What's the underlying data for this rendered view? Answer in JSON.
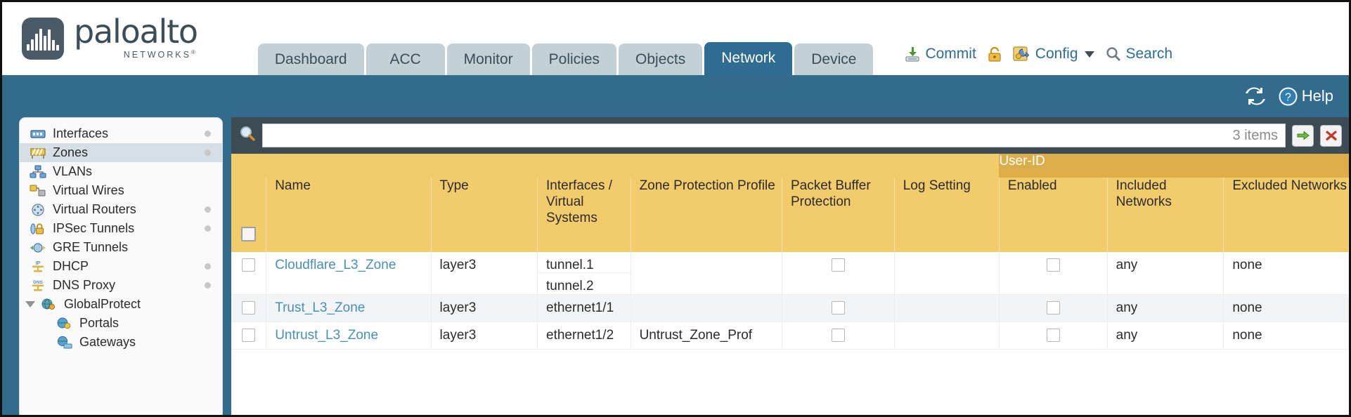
{
  "brand": {
    "word": "paloalto",
    "sub": "NETWORKS",
    "sup": "®"
  },
  "tabs": [
    {
      "label": "Dashboard",
      "active": false
    },
    {
      "label": "ACC",
      "active": false
    },
    {
      "label": "Monitor",
      "active": false
    },
    {
      "label": "Policies",
      "active": false
    },
    {
      "label": "Objects",
      "active": false
    },
    {
      "label": "Network",
      "active": true
    },
    {
      "label": "Device",
      "active": false
    }
  ],
  "header_tools": {
    "commit": "Commit",
    "config": "Config",
    "search": "Search"
  },
  "band_tools": {
    "help": "Help"
  },
  "sidebar": {
    "items": [
      {
        "label": "Interfaces",
        "icon": "interfaces-icon",
        "selected": false,
        "dot": true,
        "child": false,
        "expander": false
      },
      {
        "label": "Zones",
        "icon": "zones-icon",
        "selected": true,
        "dot": true,
        "child": false,
        "expander": false
      },
      {
        "label": "VLANs",
        "icon": "vlans-icon",
        "selected": false,
        "dot": false,
        "child": false,
        "expander": false
      },
      {
        "label": "Virtual Wires",
        "icon": "virtual-wires-icon",
        "selected": false,
        "dot": false,
        "child": false,
        "expander": false
      },
      {
        "label": "Virtual Routers",
        "icon": "virtual-routers-icon",
        "selected": false,
        "dot": true,
        "child": false,
        "expander": false
      },
      {
        "label": "IPSec Tunnels",
        "icon": "ipsec-tunnels-icon",
        "selected": false,
        "dot": true,
        "child": false,
        "expander": false
      },
      {
        "label": "GRE Tunnels",
        "icon": "gre-tunnels-icon",
        "selected": false,
        "dot": false,
        "child": false,
        "expander": false
      },
      {
        "label": "DHCP",
        "icon": "dhcp-icon",
        "selected": false,
        "dot": true,
        "child": false,
        "expander": false
      },
      {
        "label": "DNS Proxy",
        "icon": "dns-proxy-icon",
        "selected": false,
        "dot": true,
        "child": false,
        "expander": false
      },
      {
        "label": "GlobalProtect",
        "icon": "globalprotect-icon",
        "selected": false,
        "dot": false,
        "child": false,
        "expander": true
      },
      {
        "label": "Portals",
        "icon": "portals-icon",
        "selected": false,
        "dot": false,
        "child": true,
        "expander": false
      },
      {
        "label": "Gateways",
        "icon": "gateways-icon",
        "selected": false,
        "dot": false,
        "child": true,
        "expander": false
      }
    ]
  },
  "search": {
    "value": "",
    "placeholder": "",
    "items_count": "3 items"
  },
  "table": {
    "group_header": "User-ID",
    "columns": [
      "Name",
      "Type",
      "Interfaces / Virtual Systems",
      "Zone Protection Profile",
      "Packet Buffer Protection",
      "Log Setting",
      "Enabled",
      "Included Networks",
      "Excluded Networks"
    ],
    "rows": [
      {
        "name": "Cloudflare_L3_Zone",
        "type": "layer3",
        "interfaces": [
          "tunnel.1",
          "tunnel.2"
        ],
        "zone_protection_profile": "",
        "packet_buffer_protection": false,
        "log_setting": "",
        "userid_enabled": false,
        "included_networks": "any",
        "excluded_networks": "none"
      },
      {
        "name": "Trust_L3_Zone",
        "type": "layer3",
        "interfaces": [
          "ethernet1/1"
        ],
        "zone_protection_profile": "",
        "packet_buffer_protection": false,
        "log_setting": "",
        "userid_enabled": false,
        "included_networks": "any",
        "excluded_networks": "none"
      },
      {
        "name": "Untrust_L3_Zone",
        "type": "layer3",
        "interfaces": [
          "ethernet1/2"
        ],
        "zone_protection_profile": "Untrust_Zone_Prof",
        "packet_buffer_protection": false,
        "log_setting": "",
        "userid_enabled": false,
        "included_networks": "any",
        "excluded_networks": "none"
      }
    ]
  },
  "colors": {
    "brand_dark": "#3c4d5a",
    "tab_active": "#2e6c91",
    "band_blue": "#336b8c",
    "header_gold": "#f2cb6b",
    "group_gold": "#dcae4a",
    "link_blue": "#4a8fb5"
  }
}
